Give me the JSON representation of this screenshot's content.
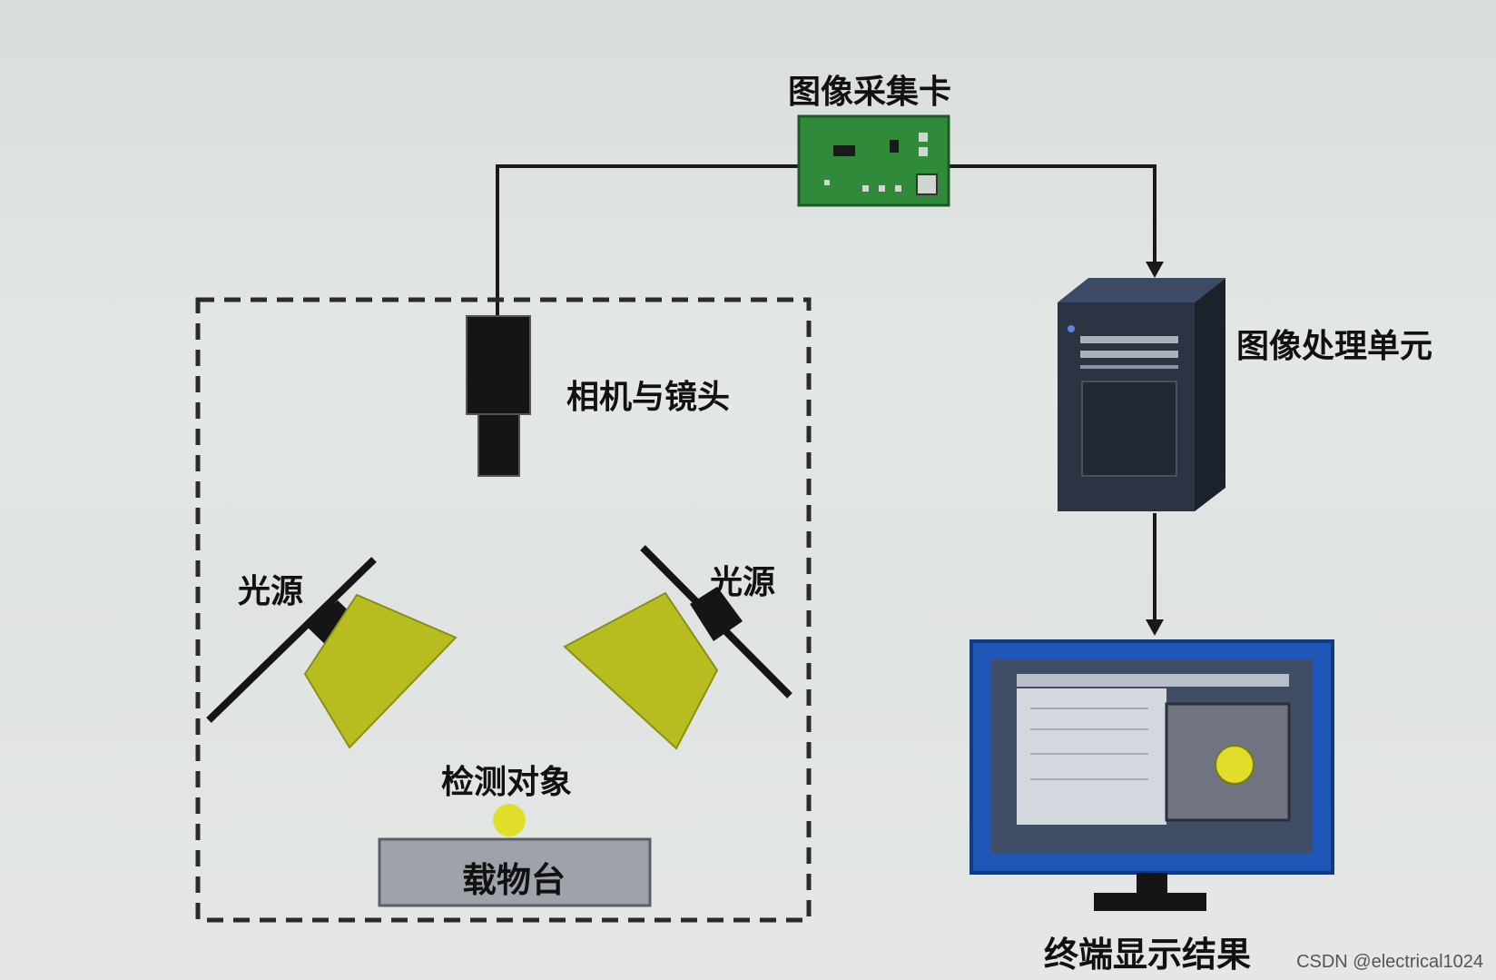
{
  "labels": {
    "capture_card": "图像采集卡",
    "camera_lens": "相机与镜头",
    "processing_unit": "图像处理单元",
    "light_left": "光源",
    "light_right": "光源",
    "object": "检测对象",
    "stage": "载物台",
    "display": "终端显示结果"
  },
  "watermark": "CSDN @electrical1024",
  "colors": {
    "card": "#2f8a3a",
    "light_head": "#b7bd1e",
    "object": "#e2df2a",
    "monitor_frame": "#1f57b8",
    "server": "#2c3443",
    "stage": "#9ea3ab"
  }
}
